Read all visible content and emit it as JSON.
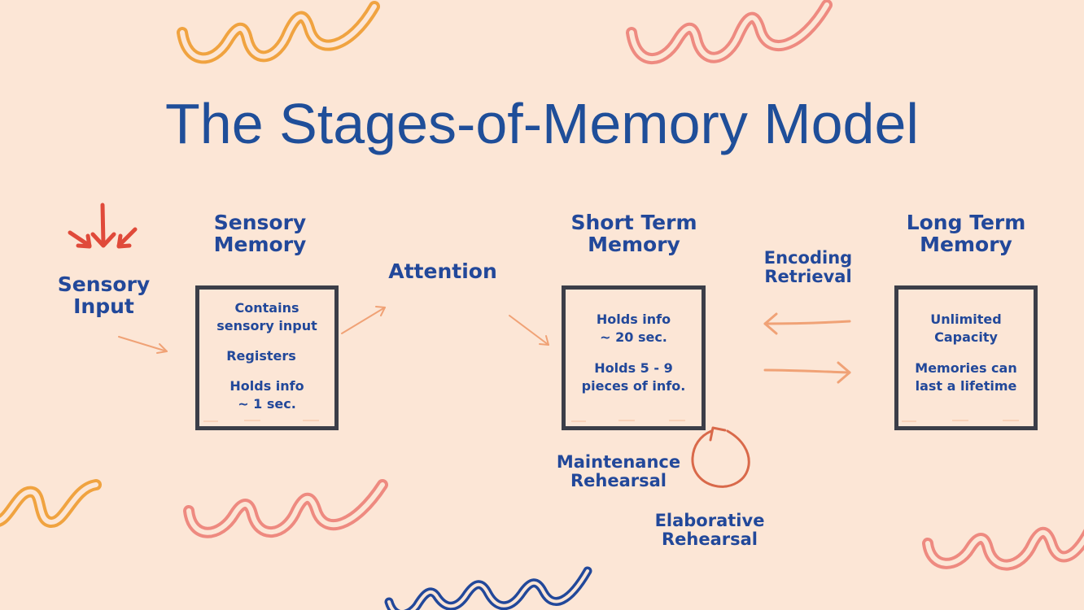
{
  "title": "The Stages-of-Memory Model",
  "sensory_input": {
    "line1": "Sensory",
    "line2": "Input"
  },
  "sensory_memory": {
    "heading1": "Sensory",
    "heading2": "Memory",
    "text": [
      "Contains",
      "sensory input",
      "Registers",
      "Holds info",
      "~ 1 sec."
    ]
  },
  "attention": "Attention",
  "short_term": {
    "heading1": "Short Term",
    "heading2": "Memory",
    "text": [
      "Holds info",
      "~ 20 sec.",
      "Holds 5 - 9",
      "pieces of info."
    ]
  },
  "encoding_retrieval": {
    "line1": "Encoding",
    "line2": "Retrieval"
  },
  "long_term": {
    "heading1": "Long Term",
    "heading2": "Memory",
    "text": [
      "Unlimited",
      "Capacity",
      "Memories can",
      "last a lifetime"
    ]
  },
  "maintenance": {
    "line1": "Maintenance",
    "line2": "Rehearsal"
  },
  "elaborative": {
    "line1": "Elaborative",
    "line2": "Rehearsal"
  },
  "colors": {
    "background": "#fce6d6",
    "text": "#22489a",
    "box_border": "#3b3e48",
    "arrow": "#f0a276",
    "red_arrow": "#e04a3a",
    "cycle": "#d9694a",
    "squiggle_orange": "#f0a340",
    "squiggle_pink": "#ee8a80",
    "squiggle_blue": "#22489a"
  }
}
